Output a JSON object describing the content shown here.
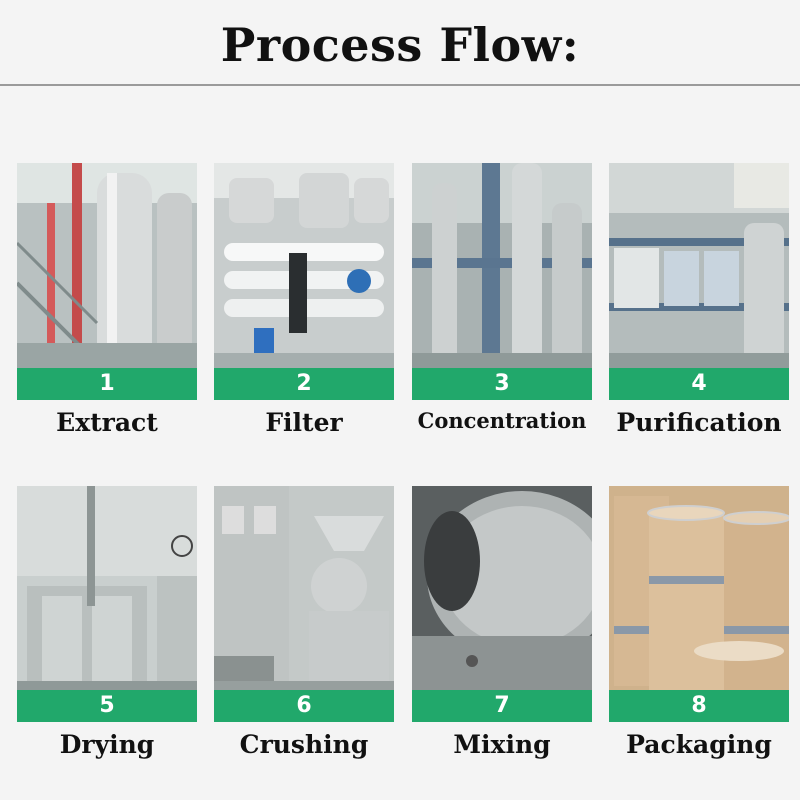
{
  "header": {
    "title": "Process Flow:"
  },
  "steps": [
    {
      "number": "1",
      "name": "Extract"
    },
    {
      "number": "2",
      "name": "Filter"
    },
    {
      "number": "3",
      "name": "Concentration"
    },
    {
      "number": "4",
      "name": "Purification"
    },
    {
      "number": "5",
      "name": "Drying"
    },
    {
      "number": "6",
      "name": "Crushing"
    },
    {
      "number": "7",
      "name": "Mixing"
    },
    {
      "number": "8",
      "name": "Packaging"
    }
  ],
  "colors": {
    "band": "#21a86b",
    "background": "#f4f4f4",
    "rule": "#9a9a9a"
  }
}
